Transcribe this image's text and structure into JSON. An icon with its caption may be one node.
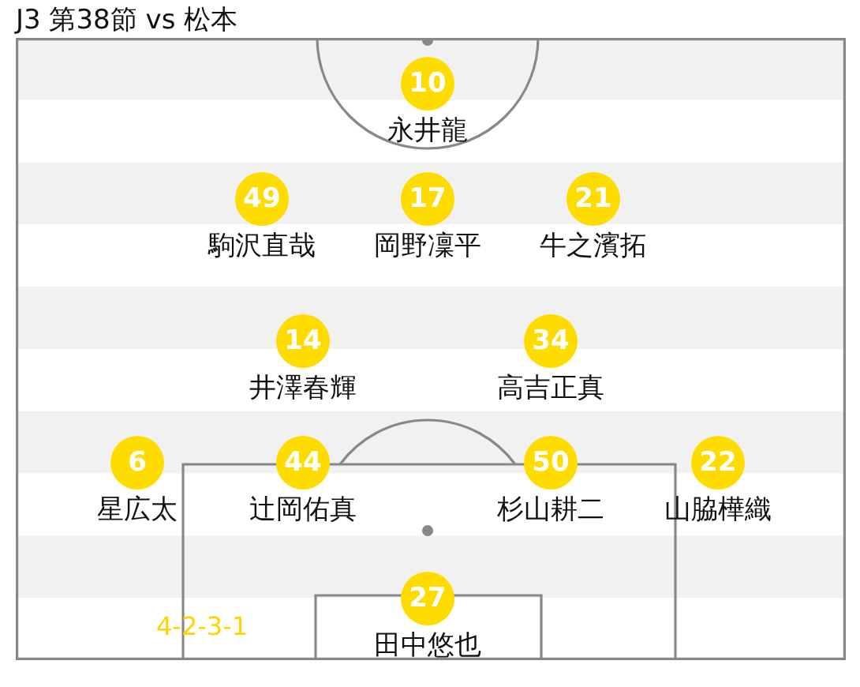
{
  "diagram": {
    "title": "J3 第38節 vs 松本",
    "nodes": [
      {
        "text": [
          "10",
          "永井龍"
        ]
      },
      {
        "text": [
          "49",
          "駒沢直哉"
        ]
      },
      {
        "text": [
          "17",
          "岡野凜平"
        ]
      },
      {
        "text": [
          "21",
          "牛之濱拓"
        ]
      },
      {
        "text": [
          "14",
          "井澤春輝"
        ]
      },
      {
        "text": [
          "34",
          "高吉正真"
        ]
      },
      {
        "text": [
          "6",
          "星広太"
        ]
      },
      {
        "text": [
          "44",
          "辻岡佑真"
        ]
      },
      {
        "text": [
          "50",
          "杉山耕二"
        ]
      },
      {
        "text": [
          "22",
          "山脇樺織"
        ]
      },
      {
        "text": [
          "27",
          "田中悠也"
        ]
      }
    ],
    "labels": [
      "4-2-3-1"
    ]
  }
}
